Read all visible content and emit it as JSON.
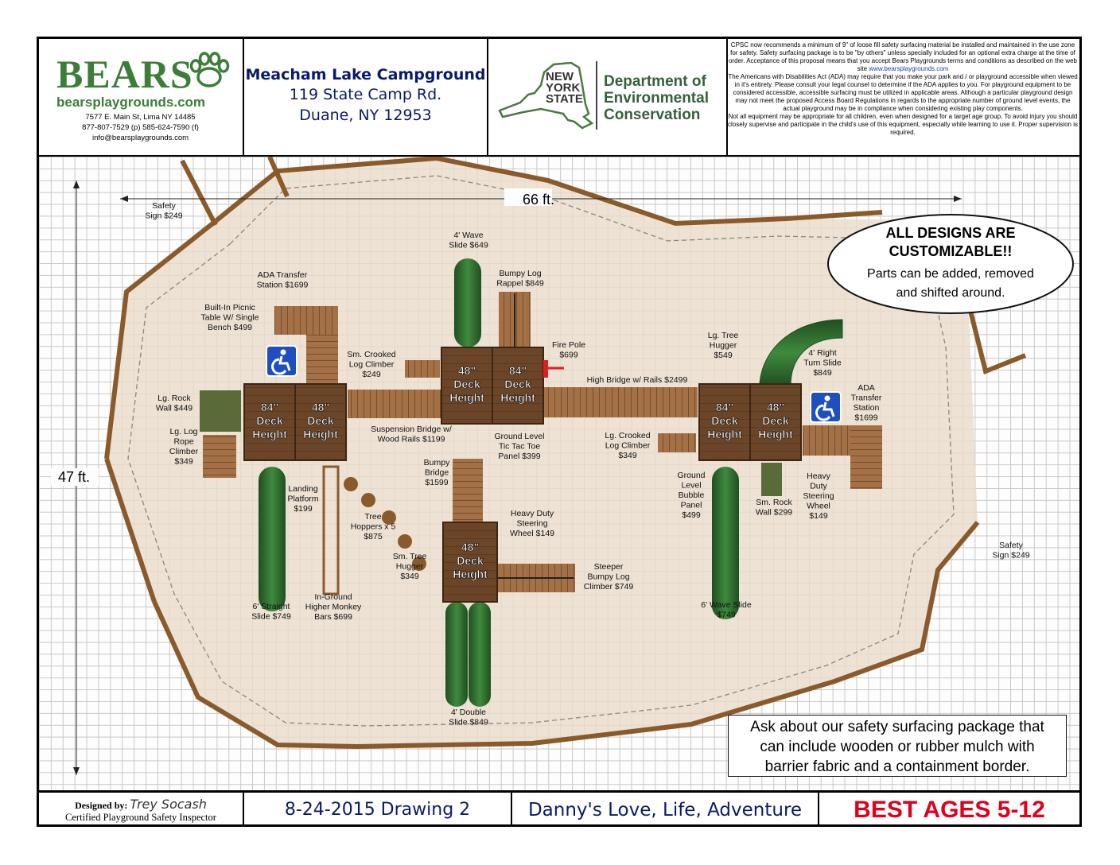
{
  "company": {
    "name": "BEARS",
    "website": "bearsplaygrounds.com",
    "address": "7577 E. Main St, Lima NY 14485",
    "phones": "877-807-7529 (p) 585-624-7590 (f)",
    "email": "info@bearsplaygrounds.com"
  },
  "location": {
    "name": "Meacham Lake Campground",
    "street": "119 State Camp Rd.",
    "city": "Duane, NY 12953"
  },
  "agency": {
    "state_lines": [
      "NEW",
      "YORK",
      "STATE"
    ],
    "dept_lines": [
      "Department of",
      "Environmental",
      "Conservation"
    ]
  },
  "disclaimer": {
    "text1": "CPSC now recommends a minimum of 9\" of loose fill safety surfacing material be installed and maintained in the use zone for safety. Safety surfacing package is to be \"by others\" unless specially included for an optional extra charge at the time of order. Acceptance of this proposal means that you accept Bears Playgrounds terms and conditions as described on the web site",
    "link": "www.bearsplaygrounds.com",
    "text2": "The Americans with Disabilities Act (ADA) may require that you make your park and / or playground accessible when viewed in it's entirety. Please consult your legal counsel to determine if the ADA applies to you. For playground equipment to be considered accessible, accessible surfacing must be utilized in applicable areas. Although a particular playground design may not meet the proposed Access Board Regulations in regards to the appropriate number of ground level events, the actual playground may be in compliance when considering existing play components.",
    "text3": "Not all equipment may be appropriate for all children, even when designed for a target age group. To avoid injury you should closely supervise and participate in the child's use of this equipment, especially while learning to use it. Proper supervision is required."
  },
  "dimensions": {
    "width": "66 ft.",
    "depth": "47 ft."
  },
  "callouts": {
    "customizable_title": [
      "ALL DESIGNS ARE",
      "CUSTOMIZABLE!!"
    ],
    "customizable_body": [
      "Parts can be added, removed",
      "and shifted around."
    ],
    "surfacing": [
      "Ask about our safety surfacing package that",
      "can include wooden or rubber mulch with",
      "barrier fabric and a containment border."
    ]
  },
  "decks": [
    {
      "lines": [
        "84\"",
        "Deck",
        "Height"
      ]
    },
    {
      "lines": [
        "48\"",
        "Deck",
        "Height"
      ]
    },
    {
      "lines": [
        "48\"",
        "Deck",
        "Height"
      ]
    },
    {
      "lines": [
        "84\"",
        "Deck",
        "Height"
      ]
    },
    {
      "lines": [
        "84\"",
        "Deck",
        "Height"
      ]
    },
    {
      "lines": [
        "48\"",
        "Deck",
        "Height"
      ]
    },
    {
      "lines": [
        "48\"",
        "Deck",
        "Height"
      ]
    }
  ],
  "labels": [
    {
      "lines": [
        "Safety",
        "Sign $249"
      ]
    },
    {
      "lines": [
        "4' Wave",
        "Slide $649"
      ]
    },
    {
      "lines": [
        "Bumpy Log",
        "Rappel $849"
      ]
    },
    {
      "lines": [
        "ADA Transfer",
        "Station $1699"
      ]
    },
    {
      "lines": [
        "Built-In Picnic",
        "Table W/ Single",
        "Bench $499"
      ]
    },
    {
      "lines": [
        "Sm. Crooked",
        "Log Climber",
        "$249"
      ]
    },
    {
      "lines": [
        "Fire Pole",
        "$699"
      ]
    },
    {
      "lines": [
        "Lg. Tree",
        "Hugger",
        "$549"
      ]
    },
    {
      "lines": [
        "4' Right",
        "Turn Slide",
        "$849"
      ]
    },
    {
      "lines": [
        "High Bridge w/ Rails $2499"
      ]
    },
    {
      "lines": [
        "ADA",
        "Transfer",
        "Station",
        "$1699"
      ]
    },
    {
      "lines": [
        "Lg. Rock",
        "Wall $449"
      ]
    },
    {
      "lines": [
        "Lg. Log",
        "Rope",
        "Climber",
        "$349"
      ]
    },
    {
      "lines": [
        "Suspension Bridge w/",
        "Wood Rails $1199"
      ]
    },
    {
      "lines": [
        "Ground Level",
        "Tic Tac Toe",
        "Panel $399"
      ]
    },
    {
      "lines": [
        "Lg. Crooked",
        "Log Climber",
        "$349"
      ]
    },
    {
      "lines": [
        "Landing",
        "Platform",
        "$199"
      ]
    },
    {
      "lines": [
        "Bumpy",
        "Bridge",
        "$1599"
      ]
    },
    {
      "lines": [
        "Ground",
        "Level",
        "Bubble",
        "Panel",
        "$499"
      ]
    },
    {
      "lines": [
        "Sm. Rock",
        "Wall $299"
      ]
    },
    {
      "lines": [
        "Heavy",
        "Duty",
        "Steering",
        "Wheel",
        "$149"
      ]
    },
    {
      "lines": [
        "Tree",
        "Hoppers x 5",
        "$875"
      ]
    },
    {
      "lines": [
        "Heavy Duty",
        "Steering",
        "Wheel $149"
      ]
    },
    {
      "lines": [
        "Safety",
        "Sign $249"
      ]
    },
    {
      "lines": [
        "Sm. Tree",
        "Hugger",
        "$349"
      ]
    },
    {
      "lines": [
        "Steeper",
        "Bumpy Log",
        "Climber $749"
      ]
    },
    {
      "lines": [
        "6' Straight",
        "Slide $749"
      ]
    },
    {
      "lines": [
        "In-Ground",
        "Higher Monkey",
        "Bars $699"
      ]
    },
    {
      "lines": [
        "6' Wave Slide",
        "$749"
      ]
    },
    {
      "lines": [
        "4' Double",
        "Slide $849"
      ]
    }
  ],
  "footer": {
    "designed_by_label": "Designed by:",
    "designer": "Trey Socash",
    "designer_title": "Certified Playground Safety Inspector",
    "drawing": "8-24-2015 Drawing 2",
    "project": "Danny's Love, Life, Adventure",
    "ages": "BEST AGES 5-12"
  },
  "colors": {
    "brand_green": "#3c7d39",
    "title_navy": "#0a1a6a",
    "ages_red": "#e0001b",
    "surface": "#e9dccb",
    "border_wood": "#8a5a2b",
    "deck_wood": "#6b4528",
    "slide_green": "#2e6b2e",
    "ada_blue": "#1f4fbf"
  }
}
